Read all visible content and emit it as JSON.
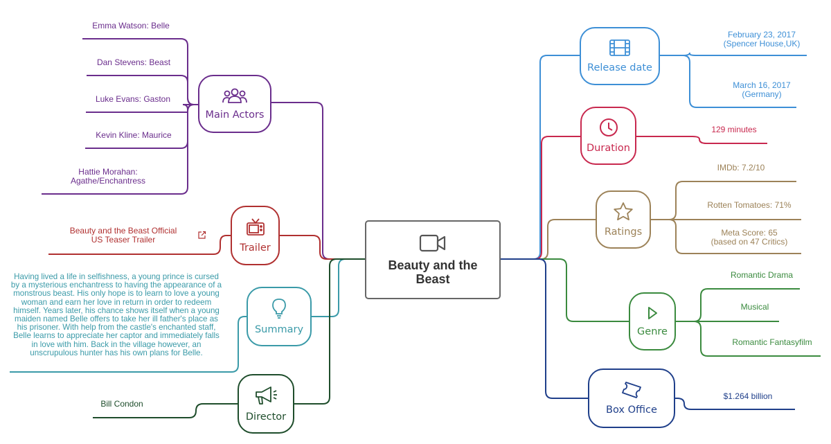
{
  "center": {
    "title": "Beauty and the Beast",
    "icon": "video-camera-icon",
    "color": "#555555"
  },
  "branches": {
    "main_actors": {
      "label": "Main Actors",
      "icon": "people-icon",
      "color": "#6a2d8c",
      "items": [
        "Emma Watson: Belle",
        "Dan Stevens: Beast",
        "Luke Evans: Gaston",
        "Kevin Kline: Maurice",
        "Hattie Morahan:\nAgathe/Enchantress"
      ]
    },
    "trailer": {
      "label": "Trailer",
      "icon": "tv-icon",
      "color": "#b03030",
      "items": [
        "Beauty and the Beast Official\nUS Teaser Trailer"
      ],
      "link_icon": "external-link-icon"
    },
    "summary": {
      "label": "Summary",
      "icon": "lightbulb-icon",
      "color": "#3a9aa8",
      "text": "Having lived a life in selfishness, a young prince is cursed by a mysterious enchantress to having the appearance of a monstrous beast. His only hope is to learn to love a young woman and earn her love in return in order to redeem himself. Years later, his chance shows itself when a young maiden named Belle offers to take her ill father's place as his prisoner. With help from the castle's enchanted staff, Belle learns to appreciate her captor and immediately falls in love with him. Back in the village however, an unscrupulous hunter has his own plans for Belle."
    },
    "director": {
      "label": "Director",
      "icon": "megaphone-icon",
      "color": "#1e4d2b",
      "items": [
        "Bill Condon"
      ]
    },
    "release_date": {
      "label": "Release date",
      "icon": "film-icon",
      "color": "#3d8fd6",
      "items": [
        "February 23, 2017\n(Spencer House,UK)",
        "March 16, 2017\n(Germany)"
      ]
    },
    "duration": {
      "label": "Duration",
      "icon": "clock-icon",
      "color": "#c8284e",
      "items": [
        "129 minutes"
      ]
    },
    "ratings": {
      "label": "Ratings",
      "icon": "star-icon",
      "color": "#9c8258",
      "items": [
        "IMDb: 7.2/10",
        "Rotten Tomatoes: 71%",
        "Meta Score: 65\n(based on 47 Critics)"
      ]
    },
    "genre": {
      "label": "Genre",
      "icon": "play-icon",
      "color": "#3a8a3e",
      "items": [
        "Romantic Drama",
        "Musical",
        "Romantic Fantasyfilm"
      ]
    },
    "box_office": {
      "label": "Box Office",
      "icon": "ticket-icon",
      "color": "#1f3f8a",
      "items": [
        "$1.264 billion"
      ]
    }
  }
}
